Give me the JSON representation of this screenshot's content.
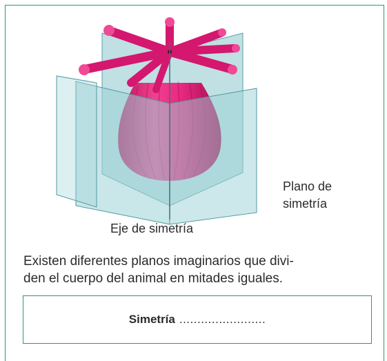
{
  "figure": {
    "plane_label_line1": "Plano de",
    "plane_label_line2": "simetría",
    "axis_label": "Eje de simetría"
  },
  "caption": {
    "line1": "Existen diferentes planos imaginarios que divi-",
    "line2": "den el cuerpo del animal en mitades iguales."
  },
  "answer": {
    "word": "Simetría",
    "blank": "........................"
  },
  "colors": {
    "frame_green": "#2e9a5e",
    "plane_teal": "#7fbfc6",
    "body_magenta": "#e0207a"
  }
}
